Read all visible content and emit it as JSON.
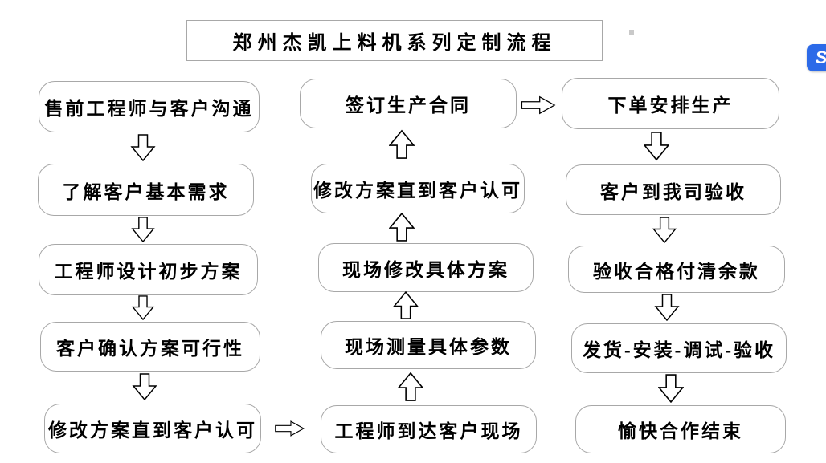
{
  "title": "郑州杰凯上料机系列定制流程",
  "flow": {
    "left": [
      "售前工程师与客户沟通",
      "了解客户基本需求",
      "工程师设计初步方案",
      "客户确认方案可行性",
      "修改方案直到客户认可"
    ],
    "middle": [
      "签订生产合同",
      "修改方案直到客户认可",
      "现场修改具体方案",
      "现场测量具体参数",
      "工程师到达客户现场"
    ],
    "right": [
      "下单安排生产",
      "客户到我司验收",
      "验收合格付清余款",
      "发货-安装-调试-验收",
      "愉快合作结束"
    ]
  },
  "icons": {
    "corner_icon": "s-logo-sidebar-icon",
    "down_arrow": "down-arrow-icon",
    "up_arrow": "up-arrow-icon",
    "right_arrow": "right-arrow-icon"
  },
  "corner_icon_glyph": "S",
  "colors": {
    "box_border": "#a8a8a8",
    "arrow_stroke": "#000000",
    "corner_icon_blue": "#2c6ae8",
    "text": "#000000",
    "background": "#ffffff"
  }
}
